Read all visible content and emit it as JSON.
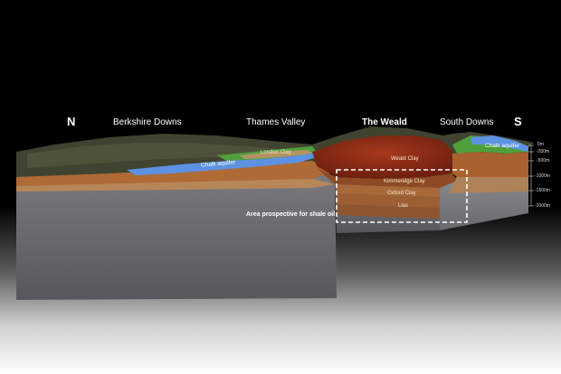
{
  "compass": {
    "north": "N",
    "south": "S"
  },
  "regions": [
    "Berkshire Downs",
    "Thames Valley",
    "The Weald",
    "South Downs"
  ],
  "layers": {
    "london_clay": "London Clay",
    "weald_clay": "Weald Clay",
    "kimmeridge_clay": "Kimmeridge Clay",
    "oxford_clay": "Oxford Clay",
    "lias": "Lias",
    "chalk_aquifer_left": "Chalk aquifer",
    "chalk_aquifer_right": "Chalk aquifer"
  },
  "depth_scale": [
    "0m",
    "-200m",
    "-500m",
    "-1000m",
    "-1500m",
    "-2000m"
  ],
  "annotation": "Area prospective for shale oil",
  "colors": {
    "surface": "#3b3f2e",
    "chalk_aquifer": "#5a8ee0",
    "green_band": "#4b9a3a",
    "weald_clay": "#8a2b16",
    "jurassic": "#9a5a2e",
    "basement": "#6e6e72",
    "shale_box": "#ffffff"
  }
}
